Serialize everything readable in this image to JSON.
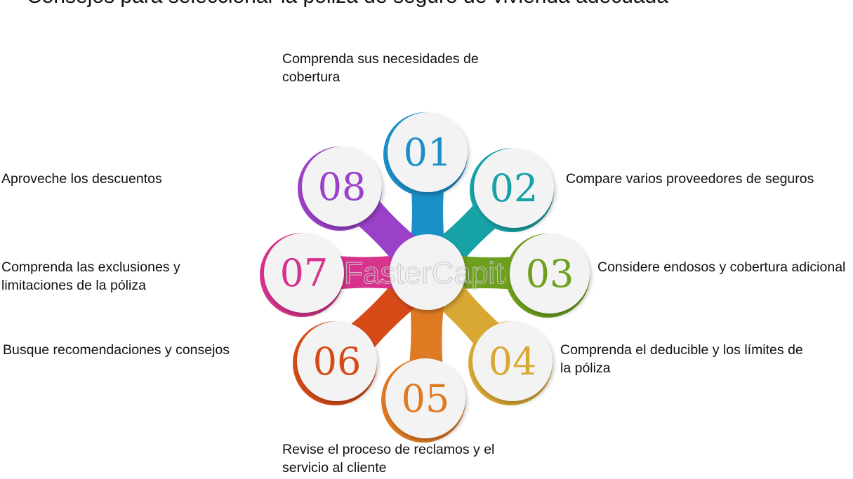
{
  "title": "Consejos para seleccionar la póliza de seguro de vivienda adecuada",
  "watermark": "FasterCapital",
  "steps": [
    {
      "number": "01",
      "line1": "Comprenda sus necesidades de",
      "line2": "cobertura",
      "color": "#1a8fc8"
    },
    {
      "number": "02",
      "line1": "Compare varios proveedores de seguros",
      "line2": "",
      "color": "#17a2a6"
    },
    {
      "number": "03",
      "line1": "Considere endosos y cobertura adicional",
      "line2": "",
      "color": "#6e9f1e"
    },
    {
      "number": "04",
      "line1": "Comprenda el deducible y los límites de",
      "line2": "la póliza",
      "color": "#d9a832"
    },
    {
      "number": "05",
      "line1": "Revise el proceso de reclamos y el",
      "line2": "servicio al cliente",
      "color": "#e07a22"
    },
    {
      "number": "06",
      "line1": "Busque recomendaciones y consejos",
      "line2": "",
      "color": "#d64a18"
    },
    {
      "number": "07",
      "line1": "Comprenda las exclusiones y",
      "line2": "limitaciones de la póliza",
      "color": "#d6338c"
    },
    {
      "number": "08",
      "line1": "Aproveche los descuentos",
      "line2": "",
      "color": "#9b41c9"
    }
  ]
}
